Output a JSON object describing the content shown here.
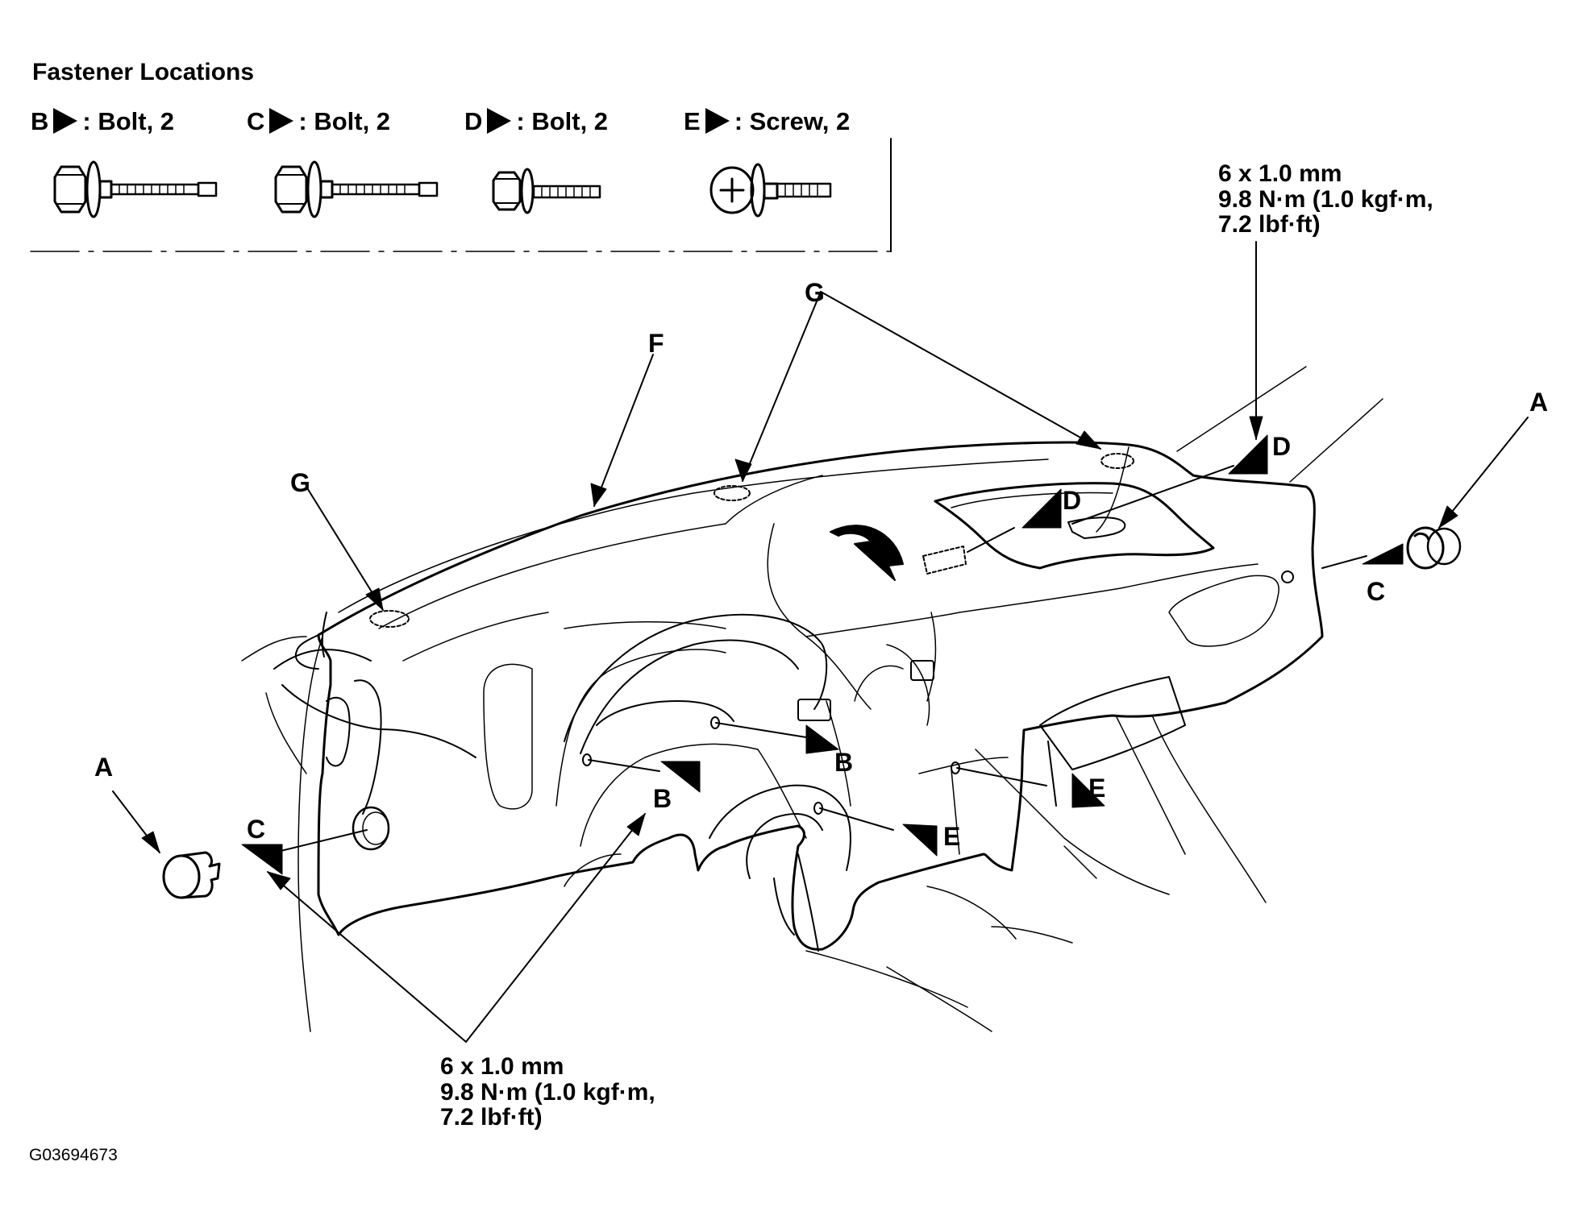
{
  "legend": {
    "title": "Fastener Locations",
    "items": [
      {
        "key": "B",
        "label": ": Bolt, 2",
        "icon": "flanged-bolt-icon"
      },
      {
        "key": "C",
        "label": ": Bolt, 2",
        "icon": "flanged-bolt-icon"
      },
      {
        "key": "D",
        "label": ": Bolt, 2",
        "icon": "flange-bolt-icon"
      },
      {
        "key": "E",
        "label": ": Screw, 2",
        "icon": "phillips-screw-icon"
      }
    ]
  },
  "callouts": {
    "A": "A",
    "B": "B",
    "C": "C",
    "D": "D",
    "E": "E",
    "F": "F",
    "G": "G"
  },
  "torque_spec": {
    "size": "6 x 1.0 mm",
    "torque_line1": "9.8 N·m (1.0 kgf·m,",
    "torque_line2": "7.2 lbf·ft)"
  },
  "figure_code": "G03694673"
}
